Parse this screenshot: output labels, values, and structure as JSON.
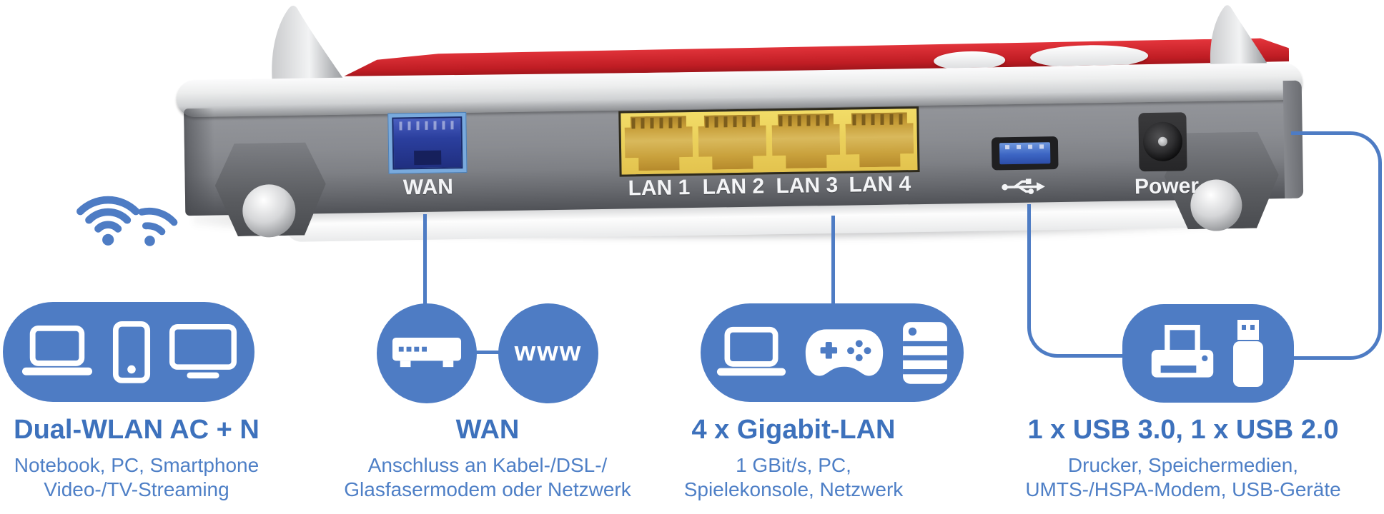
{
  "figure": {
    "type": "product-callout-diagram",
    "subject": "WLAN router rear panel with ports and feature callouts"
  },
  "router": {
    "port_labels": {
      "wan": "WAN",
      "lan": [
        "LAN 1",
        "LAN 2",
        "LAN 3",
        "LAN 4"
      ],
      "power": "Power",
      "usb_symbol": "usb-trident-icon"
    }
  },
  "callouts": [
    {
      "id": "wlan",
      "title": "Dual-WLAN AC + N",
      "lines": [
        "Notebook, PC, Smartphone",
        "Video-/TV-Streaming"
      ],
      "icons": [
        "wifi-signal",
        "laptop",
        "smartphone",
        "tv"
      ]
    },
    {
      "id": "wan",
      "title": "WAN",
      "www_text": "www",
      "lines": [
        "Anschluss an Kabel-/DSL-/",
        "Glasfasermodem oder Netzwerk"
      ],
      "icons": [
        "modem",
        "www-circle"
      ]
    },
    {
      "id": "lan",
      "title": "4 x Gigabit-LAN",
      "lines": [
        "1 GBit/s, PC,",
        "Spielekonsole, Netzwerk"
      ],
      "icons": [
        "laptop",
        "gamepad",
        "server"
      ]
    },
    {
      "id": "usb",
      "title": "1 x USB 3.0, 1 x USB 2.0",
      "lines": [
        "Drucker, Speichermedien,",
        "UMTS-/HSPA-Modem, USB-Geräte"
      ],
      "icons": [
        "printer",
        "usb-stick"
      ]
    }
  ],
  "colors": {
    "accent_blue": "#4e7cc4",
    "heading_blue": "#3d71bc",
    "router_red": "#cf2129",
    "lan_port_yellow": "#e8cc55",
    "wan_port_blue": "#2b3f9e"
  }
}
